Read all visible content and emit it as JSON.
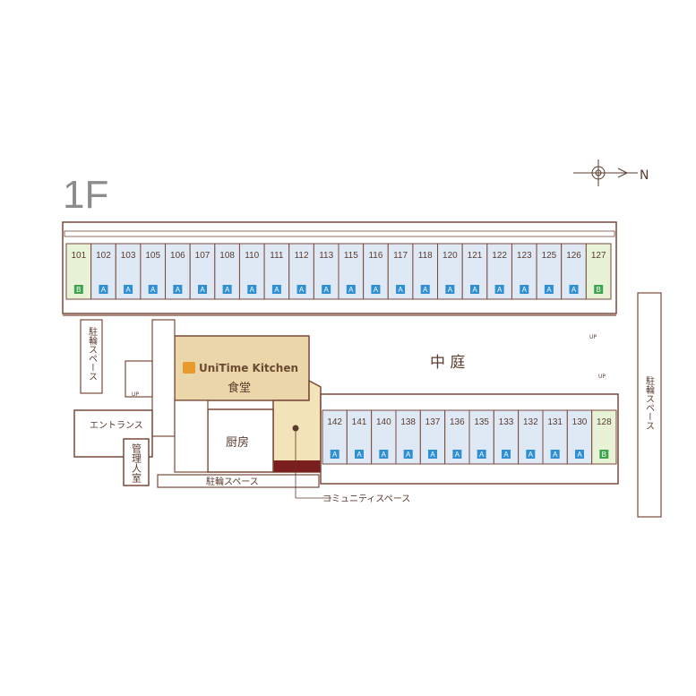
{
  "floor_label": "1F",
  "compass_label": "N",
  "colors": {
    "wall": "#7a4a3a",
    "room_a": "#dfe9f6",
    "room_b": "#e8f2d6",
    "badge_a": "#2e8fd1",
    "badge_b": "#3fa34d",
    "dining": "#ead6a8",
    "community_floor": "#7a1e1e"
  },
  "north_rooms": [
    {
      "num": "101",
      "type": "B"
    },
    {
      "num": "102",
      "type": "A"
    },
    {
      "num": "103",
      "type": "A"
    },
    {
      "num": "105",
      "type": "A"
    },
    {
      "num": "106",
      "type": "A"
    },
    {
      "num": "107",
      "type": "A"
    },
    {
      "num": "108",
      "type": "A"
    },
    {
      "num": "110",
      "type": "A"
    },
    {
      "num": "111",
      "type": "A"
    },
    {
      "num": "112",
      "type": "A"
    },
    {
      "num": "113",
      "type": "A"
    },
    {
      "num": "115",
      "type": "A"
    },
    {
      "num": "116",
      "type": "A"
    },
    {
      "num": "117",
      "type": "A"
    },
    {
      "num": "118",
      "type": "A"
    },
    {
      "num": "120",
      "type": "A"
    },
    {
      "num": "121",
      "type": "A"
    },
    {
      "num": "122",
      "type": "A"
    },
    {
      "num": "123",
      "type": "A"
    },
    {
      "num": "125",
      "type": "A"
    },
    {
      "num": "126",
      "type": "A"
    },
    {
      "num": "127",
      "type": "B"
    }
  ],
  "south_rooms": [
    {
      "num": "142",
      "type": "A"
    },
    {
      "num": "141",
      "type": "A"
    },
    {
      "num": "140",
      "type": "A"
    },
    {
      "num": "138",
      "type": "A"
    },
    {
      "num": "137",
      "type": "A"
    },
    {
      "num": "136",
      "type": "A"
    },
    {
      "num": "135",
      "type": "A"
    },
    {
      "num": "133",
      "type": "A"
    },
    {
      "num": "132",
      "type": "A"
    },
    {
      "num": "131",
      "type": "A"
    },
    {
      "num": "130",
      "type": "A"
    },
    {
      "num": "128",
      "type": "B"
    }
  ],
  "labels": {
    "courtyard": "中 庭",
    "dining_hall": "食堂",
    "kitchen": "厨房",
    "entrance": "エントランス",
    "manager_room": "管理人室",
    "bike_parking": "駐輪スペース",
    "community_space": "コミュニティスペース",
    "up": "UP",
    "brand": "UniTime Kitchen"
  }
}
